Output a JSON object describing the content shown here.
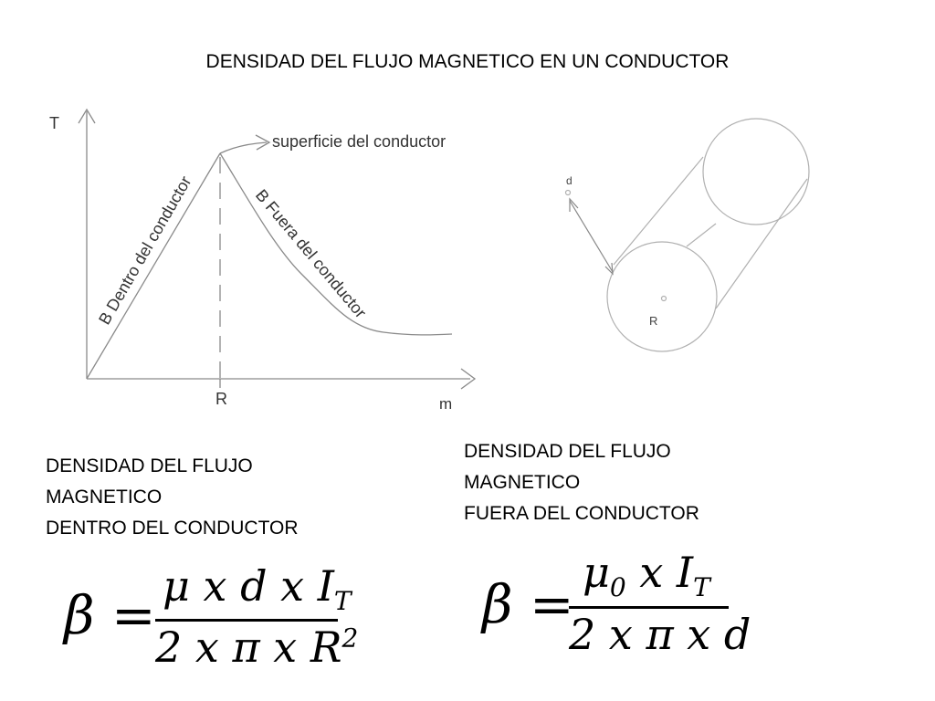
{
  "title": "DENSIDAD DEL FLUJO MAGNETICO EN UN CONDUCTOR",
  "graph": {
    "y_axis_label": "T",
    "x_axis_label": "m",
    "r_tick_label": "R",
    "inside_curve_label": "B  Dentro del conductor",
    "outside_curve_label": "B  Fuera del conductor",
    "surface_label": "superficie del conductor"
  },
  "cylinder": {
    "distance_label": "d",
    "radius_label": "R"
  },
  "inside_block": {
    "line1": "DENSIDAD DEL FLUJO",
    "line2": "MAGNETICO",
    "line3": "DENTRO DEL  CONDUCTOR"
  },
  "outside_block": {
    "line1": "DENSIDAD DEL FLUJO",
    "line2": "MAGNETICO",
    "line3": "FUERA DEL  CONDUCTOR"
  },
  "formula_inside": {
    "lhs": "β =",
    "numerator": "μ x d x I",
    "numerator_sub": "T",
    "denominator": "2 x π x R",
    "denominator_sup": "2"
  },
  "formula_outside": {
    "lhs": "β =",
    "numerator": "μ",
    "numerator_sub": "0",
    "numerator_rest": " x I",
    "numerator_sub2": "T",
    "denominator": "2 x π x d"
  }
}
